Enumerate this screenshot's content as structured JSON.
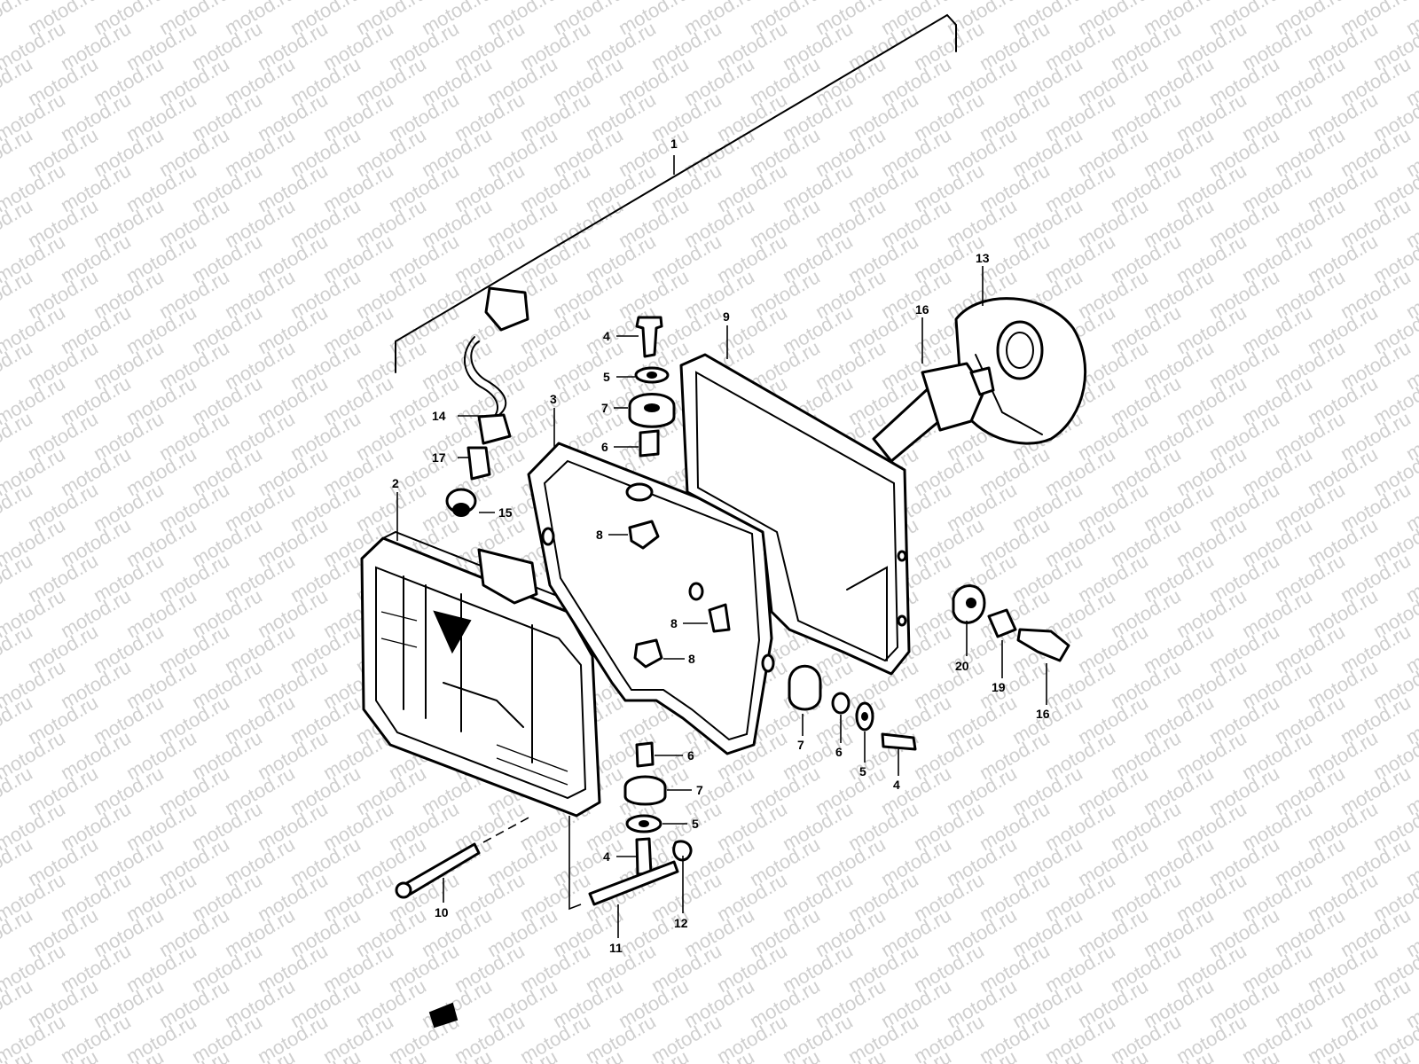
{
  "watermark": {
    "text": "motod.ru"
  },
  "callouts": {
    "c1": "1",
    "c2": "2",
    "c3": "3",
    "c4a": "4",
    "c4b": "4",
    "c4c": "4",
    "c5a": "5",
    "c5b": "5",
    "c5c": "5",
    "c6a": "6",
    "c6b": "6",
    "c6c": "6",
    "c7a": "7",
    "c7b": "7",
    "c7c": "7",
    "c8a": "8",
    "c8b": "8",
    "c8c": "8",
    "c9": "9",
    "c10": "10",
    "c11": "11",
    "c12": "12",
    "c13": "13",
    "c14": "14",
    "c15": "15",
    "c16a": "16",
    "c16b": "16",
    "c17": "17",
    "c19": "19",
    "c20": "20"
  },
  "icons": {
    "legend_mark": "small-part-icon"
  }
}
